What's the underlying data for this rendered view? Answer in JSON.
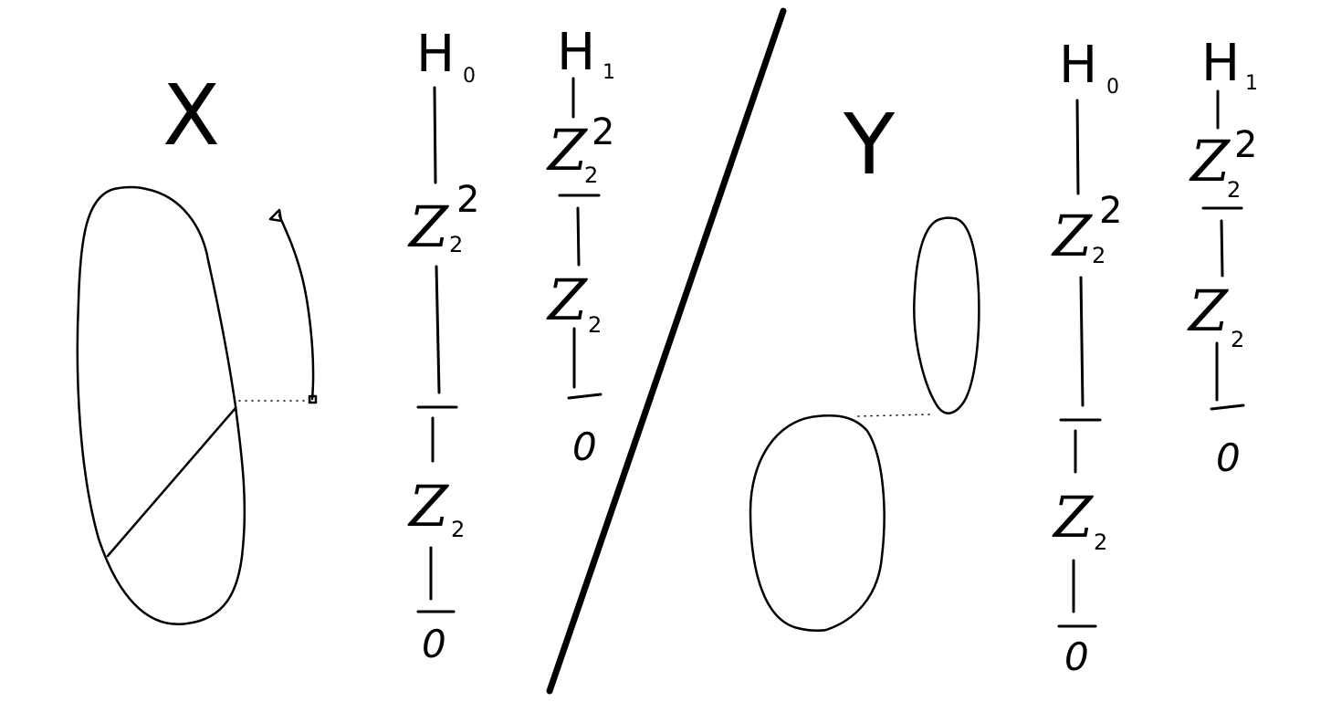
{
  "left": {
    "space_label": "X",
    "h0": {
      "H": "H",
      "sub": "0",
      "top_group": "Z",
      "top_sub": "2",
      "top_sup": "2",
      "mid_group": "Z",
      "mid_sub": "2",
      "bottom": "0"
    },
    "h1": {
      "H": "H",
      "sub": "1",
      "top_group": "Z",
      "top_sub": "2",
      "top_sup": "2",
      "mid_group": "Z",
      "mid_sub": "2",
      "bottom": "0"
    }
  },
  "right": {
    "space_label": "Y",
    "h0": {
      "H": "H",
      "sub": "0",
      "top_group": "Z",
      "top_sub": "2",
      "top_sup": "2",
      "mid_group": "Z",
      "mid_sub": "2",
      "bottom": "0"
    },
    "h1": {
      "H": "H",
      "sub": "1",
      "top_group": "Z",
      "top_sub": "2",
      "top_sup": "2",
      "mid_group": "Z",
      "mid_sub": "2",
      "bottom": "0"
    }
  }
}
